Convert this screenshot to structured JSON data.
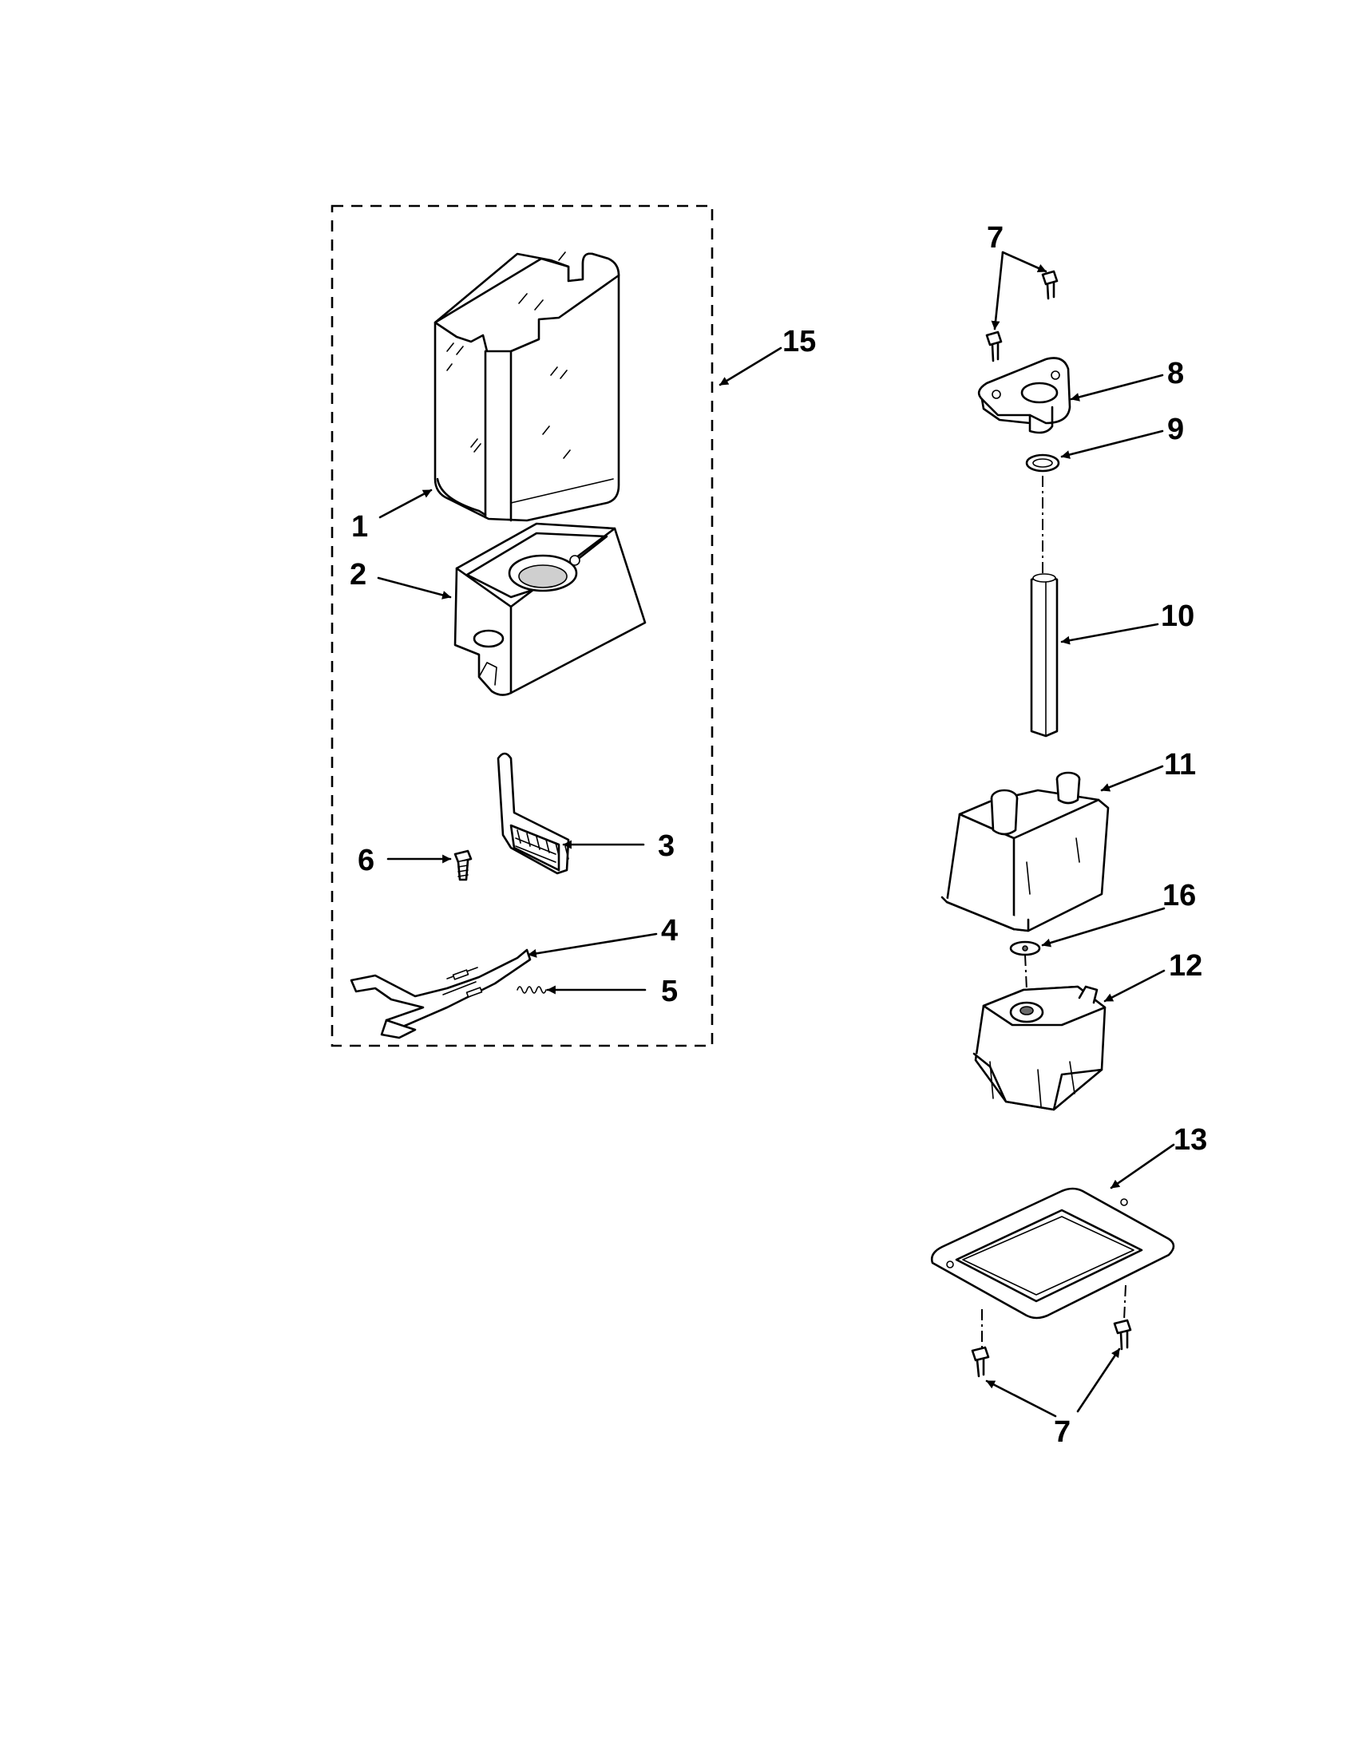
{
  "callouts": [
    {
      "id": "c1",
      "label": "1"
    },
    {
      "id": "c2",
      "label": "2"
    },
    {
      "id": "c3",
      "label": "3"
    },
    {
      "id": "c4",
      "label": "4"
    },
    {
      "id": "c5",
      "label": "5"
    },
    {
      "id": "c6",
      "label": "6"
    },
    {
      "id": "c7a",
      "label": "7"
    },
    {
      "id": "c7b",
      "label": "7"
    },
    {
      "id": "c8",
      "label": "8"
    },
    {
      "id": "c9",
      "label": "9"
    },
    {
      "id": "c10",
      "label": "10"
    },
    {
      "id": "c11",
      "label": "11"
    },
    {
      "id": "c12",
      "label": "12"
    },
    {
      "id": "c13",
      "label": "13"
    },
    {
      "id": "c15",
      "label": "15"
    },
    {
      "id": "c16",
      "label": "16"
    }
  ]
}
